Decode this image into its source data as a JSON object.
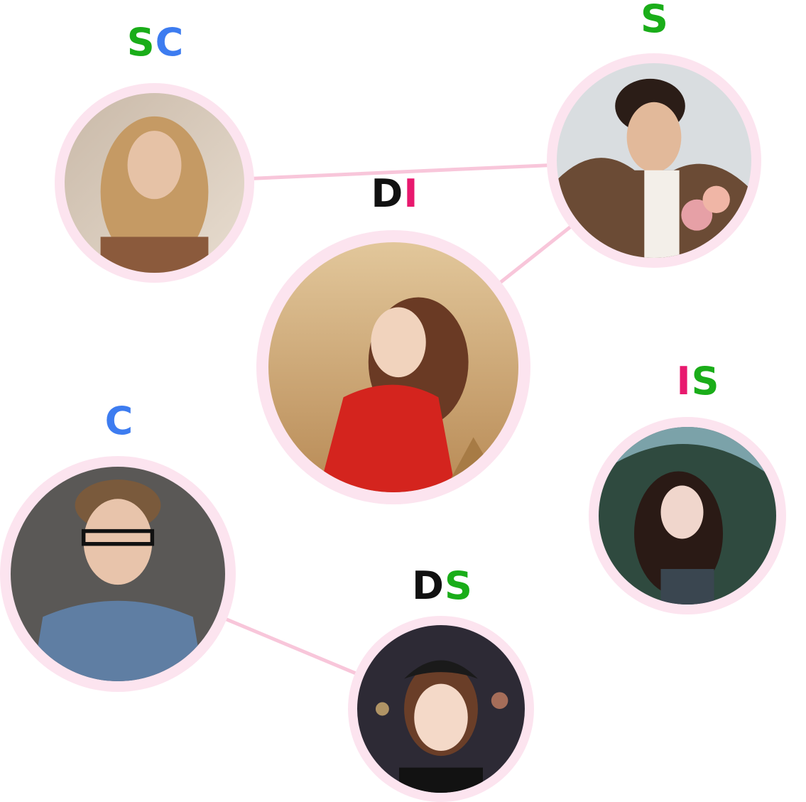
{
  "colors": {
    "D": "#111111",
    "I": "#e8196e",
    "S": "#1aad19",
    "C": "#3d7cf0",
    "ring": "#fce4ef",
    "link": "#f8c6da"
  },
  "nodes": [
    {
      "id": "sc",
      "letters": [
        "S",
        "C"
      ],
      "photo": "woman-blonde-portrait"
    },
    {
      "id": "s",
      "letters": [
        "S"
      ],
      "photo": "man-holding-roses"
    },
    {
      "id": "di",
      "letters": [
        "D",
        "I"
      ],
      "photo": "woman-red-scarf-wheat-field"
    },
    {
      "id": "is",
      "letters": [
        "I",
        "S"
      ],
      "photo": "woman-umbrella-rain"
    },
    {
      "id": "c",
      "letters": [
        "C"
      ],
      "photo": "man-glasses-blue-shirt"
    },
    {
      "id": "ds",
      "letters": [
        "D",
        "S"
      ],
      "photo": "woman-polka-dot-headband-city-night"
    }
  ],
  "links": [
    {
      "from": "sc",
      "to": "s"
    },
    {
      "from": "s",
      "to": "di"
    },
    {
      "from": "c",
      "to": "ds"
    }
  ]
}
